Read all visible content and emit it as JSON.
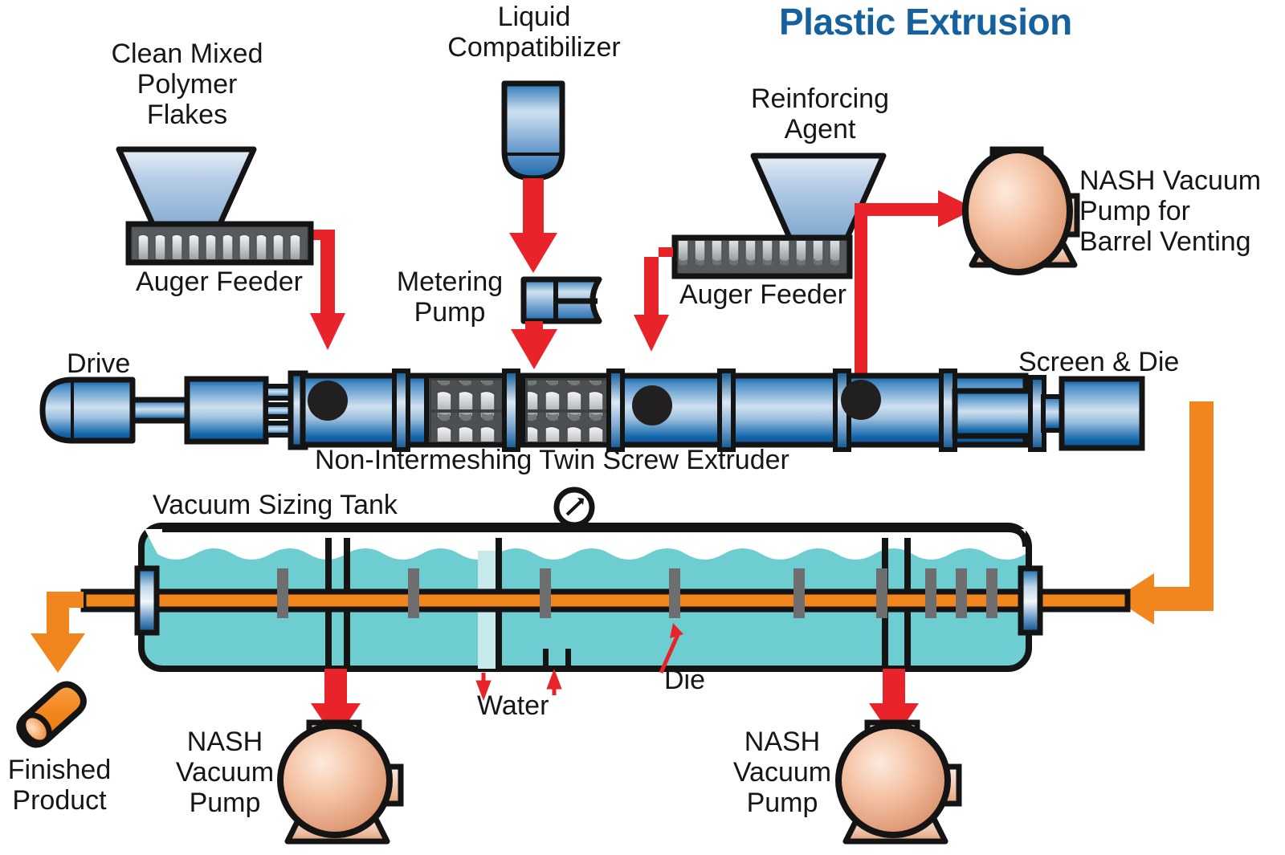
{
  "title": "Plastic Extrusion",
  "colors": {
    "title_blue": "#15619e",
    "arrow_red": "#e8232a",
    "arrow_orange": "#f2861e",
    "water_teal": "#6ecdd0",
    "water_light": "#c7e9eb",
    "pump_peach": "#f0b99a",
    "barrel_blue": "#1769ad",
    "outline_black": "#1a1a1a",
    "die_gray": "#6e6e6e",
    "screw_silver": "#c9ccce"
  },
  "labels": {
    "clean_mixed_polymer_flakes": "Clean Mixed\nPolymer\nFlakes",
    "auger_feeder_left": "Auger Feeder",
    "liquid_compatibilizer": "Liquid\nCompatibilizer",
    "metering_pump": "Metering\nPump",
    "reinforcing_agent": "Reinforcing\nAgent",
    "auger_feeder_right": "Auger Feeder",
    "nash_vacuum_pump_barrel_venting": "NASH Vacuum\nPump for\nBarrel Venting",
    "drive": "Drive",
    "screen_and_die": "Screen & Die",
    "extruder": "Non-Intermeshing Twin Screw Extruder",
    "vacuum_sizing_tank": "Vacuum Sizing Tank",
    "water": "Water",
    "die": "Die",
    "nash_vacuum_pump_left": "NASH\nVacuum\nPump",
    "nash_vacuum_pump_right": "NASH\nVacuum\nPump",
    "finished_product": "Finished\nProduct"
  },
  "flow": {
    "steps": [
      "Clean Mixed Polymer Flakes",
      "Auger Feeder",
      "Non-Intermeshing Twin Screw Extruder",
      "Liquid Compatibilizer",
      "Metering Pump",
      "Reinforcing Agent",
      "Auger Feeder",
      "NASH Vacuum Pump for Barrel Venting",
      "Screen & Die",
      "Vacuum Sizing Tank",
      "NASH Vacuum Pump",
      "Finished Product"
    ]
  }
}
